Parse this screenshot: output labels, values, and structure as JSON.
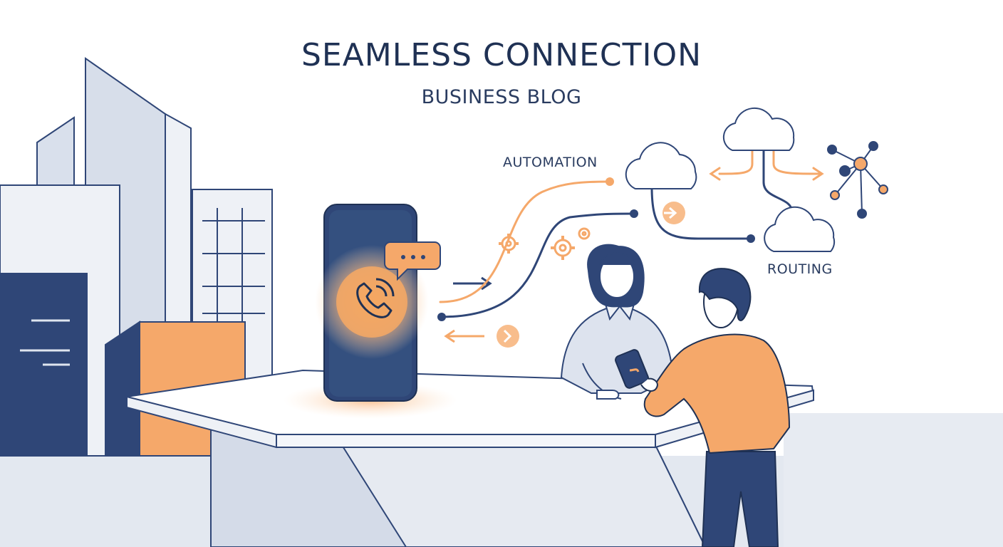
{
  "title": "SEAMLESS CONNECTION",
  "subtitle": "BUSINESS BLOG",
  "labels": {
    "automation": "AUTOMATION",
    "routing": "ROUTING"
  },
  "icons": [
    "phone-icon",
    "chat-bubble-icon",
    "gear-icon",
    "cloud-icon",
    "network-node-icon",
    "arrow-right-icon",
    "arrow-left-icon",
    "chevron-right-icon"
  ],
  "colors": {
    "navy": "#2f4677",
    "orange": "#f5a86a",
    "light_blue": "#dde3ee",
    "ink": "#1f3154"
  }
}
